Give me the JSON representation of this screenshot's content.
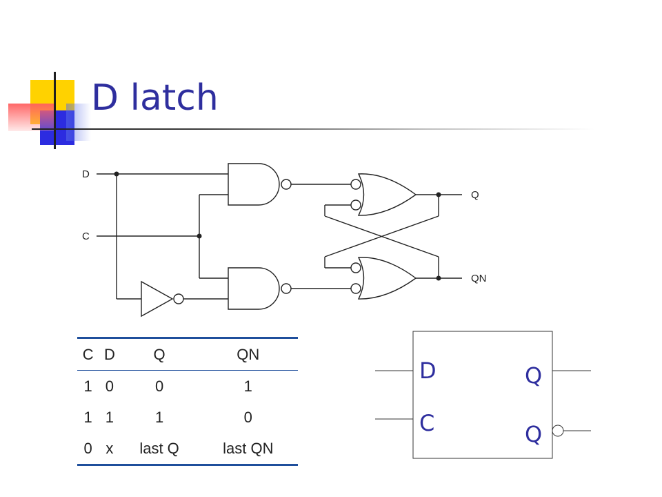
{
  "slide": {
    "title": "D latch"
  },
  "circuit": {
    "inputs": {
      "d": "D",
      "c": "C"
    },
    "outputs": {
      "q": "Q",
      "qn": "QN"
    }
  },
  "truth_table": {
    "headers": [
      "C",
      "D",
      "Q",
      "QN"
    ],
    "rows": [
      [
        "1",
        "0",
        "0",
        "1"
      ],
      [
        "1",
        "1",
        "1",
        "0"
      ],
      [
        "0",
        "x",
        "last Q",
        "last QN"
      ]
    ]
  },
  "symbol": {
    "d": "D",
    "c": "C",
    "q": "Q",
    "qbar": "Q"
  }
}
